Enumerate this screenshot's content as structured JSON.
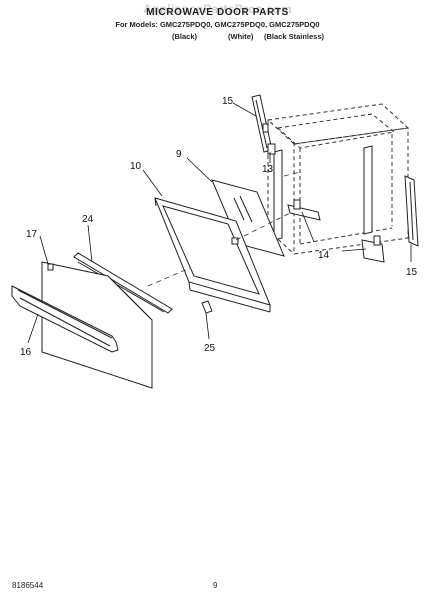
{
  "header": {
    "watermark": "AppliancePartsPros.com",
    "title": "MICROWAVE DOOR PARTS",
    "models": "For Models: GMC275PDQ0, GMC275PDQ0, GMC275PDQ0",
    "finishes": [
      "(Black)",
      "(White)",
      "(Black Stainless)"
    ]
  },
  "callouts": {
    "p9": "9",
    "p10": "10",
    "p13": "13",
    "p14a": "14",
    "p14b": "14",
    "p15a": "15",
    "p15b": "15",
    "p16": "16",
    "p17": "17",
    "p24": "24",
    "p25": "25"
  },
  "footer": {
    "doc_number": "8186544",
    "page": "9"
  }
}
